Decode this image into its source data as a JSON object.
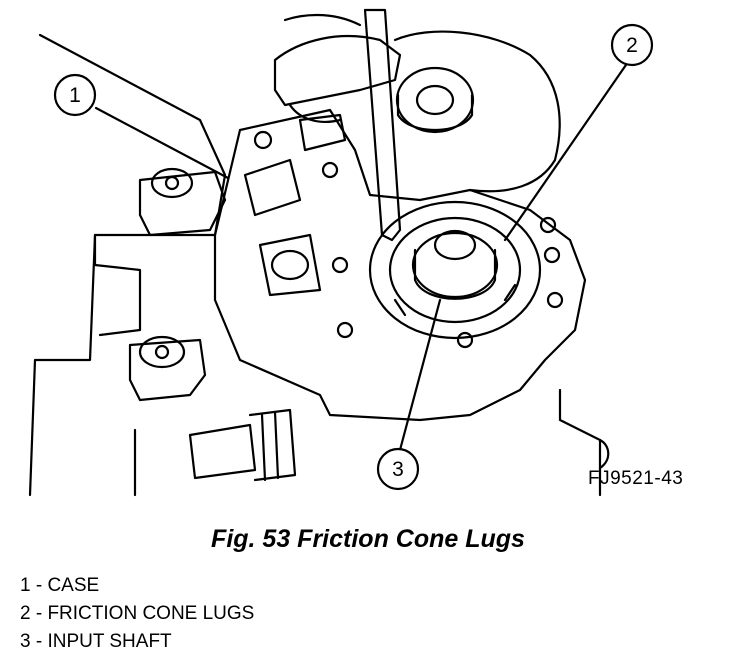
{
  "figure": {
    "id_label": "FJ9521-43",
    "caption": "Fig. 53 Friction Cone Lugs"
  },
  "callouts": [
    {
      "number": "1"
    },
    {
      "number": "2"
    },
    {
      "number": "3"
    }
  ],
  "legend": [
    {
      "text": "1 - CASE"
    },
    {
      "text": "2 - FRICTION CONE LUGS"
    },
    {
      "text": "3 - INPUT SHAFT"
    }
  ]
}
